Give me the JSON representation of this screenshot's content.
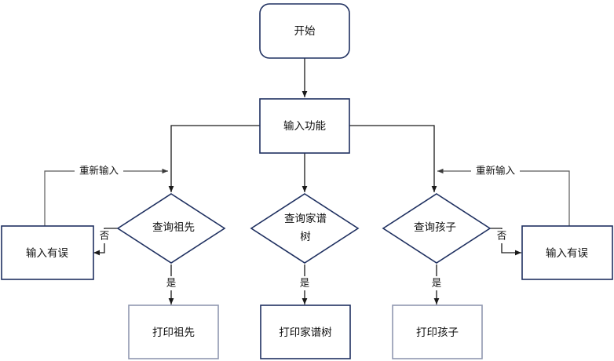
{
  "diagram": {
    "type": "flowchart",
    "orientation": "top-down",
    "background_color": "#ffffff",
    "node_border_color": "#1f3060",
    "node_border_color_alt": "#9098b0",
    "connector_color": "#1a1a1a",
    "connector_color_alt": "#5a5a5a",
    "nodes": {
      "start": {
        "label": "开始",
        "shape": "rounded-rectangle"
      },
      "input_function": {
        "label": "输入功能",
        "shape": "rectangle"
      },
      "decision_ancestors": {
        "label": "查询祖先",
        "shape": "diamond"
      },
      "decision_family_tree_line1": "查询家谱",
      "decision_family_tree_line2": "树",
      "decision_children": {
        "label": "查询孩子",
        "shape": "diamond"
      },
      "error_left": {
        "label": "输入有误",
        "shape": "rectangle"
      },
      "error_right": {
        "label": "输入有误",
        "shape": "rectangle"
      },
      "print_ancestors": {
        "label": "打印祖先",
        "shape": "rectangle"
      },
      "print_family_tree": {
        "label": "打印家谱树",
        "shape": "rectangle"
      },
      "print_children": {
        "label": "打印孩子",
        "shape": "rectangle"
      }
    },
    "edge_labels": {
      "retry_left": "重新输入",
      "retry_right": "重新输入",
      "no_left": "否",
      "no_right": "否",
      "yes_ancestors": "是",
      "yes_family_tree": "是",
      "yes_children": "是"
    }
  }
}
